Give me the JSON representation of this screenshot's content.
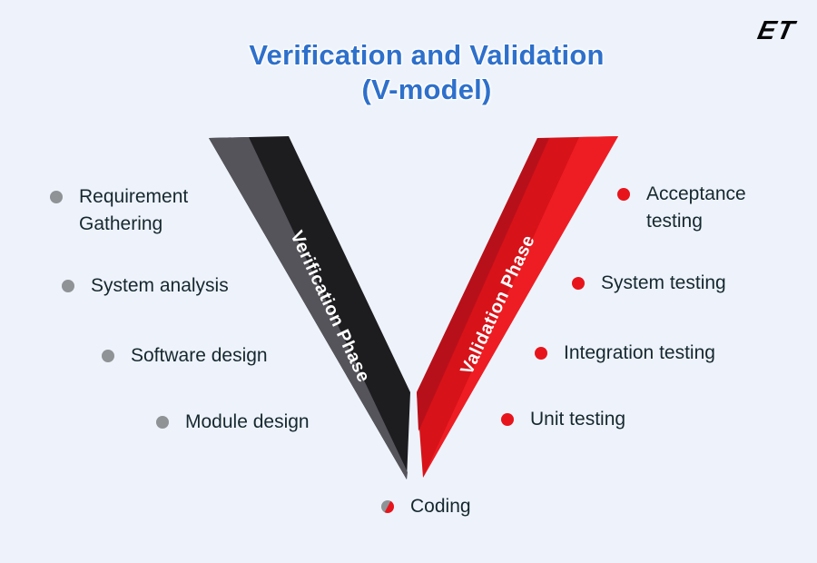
{
  "title": {
    "text": "Verification and Validation\n(V-model)"
  },
  "logo": {
    "text": "ET"
  },
  "vmodel": {
    "left_phase": {
      "label": "Verification Phase"
    },
    "right_phase": {
      "label": "Validation Phase"
    },
    "left_items": [
      {
        "label": "Requirement\nGathering",
        "bullet": "gray-dot-icon"
      },
      {
        "label": "System analysis",
        "bullet": "gray-dot-icon"
      },
      {
        "label": "Software design",
        "bullet": "gray-dot-icon"
      },
      {
        "label": "Module design",
        "bullet": "gray-dot-icon"
      }
    ],
    "right_items": [
      {
        "label": "Acceptance\ntesting",
        "bullet": "red-dot-icon"
      },
      {
        "label": "System testing",
        "bullet": "red-dot-icon"
      },
      {
        "label": "Integration testing",
        "bullet": "red-dot-icon"
      },
      {
        "label": "Unit testing",
        "bullet": "red-dot-icon"
      }
    ],
    "bottom_item": {
      "label": "Coding",
      "bullet": "split-gray-red-dot-icon"
    }
  },
  "colors": {
    "background": "#eef3fb",
    "title_blue": "#2e70cb",
    "text_dark": "#16282f",
    "gray_bullet": "#8f9396",
    "red_bullet": "#e8141c",
    "black_arm": "#1d1d20",
    "black_arm_facet": "#54545a",
    "red_arm": "#d71219",
    "red_arm_facet": "#ee1d23",
    "red_arm_shade": "#b8101a"
  }
}
